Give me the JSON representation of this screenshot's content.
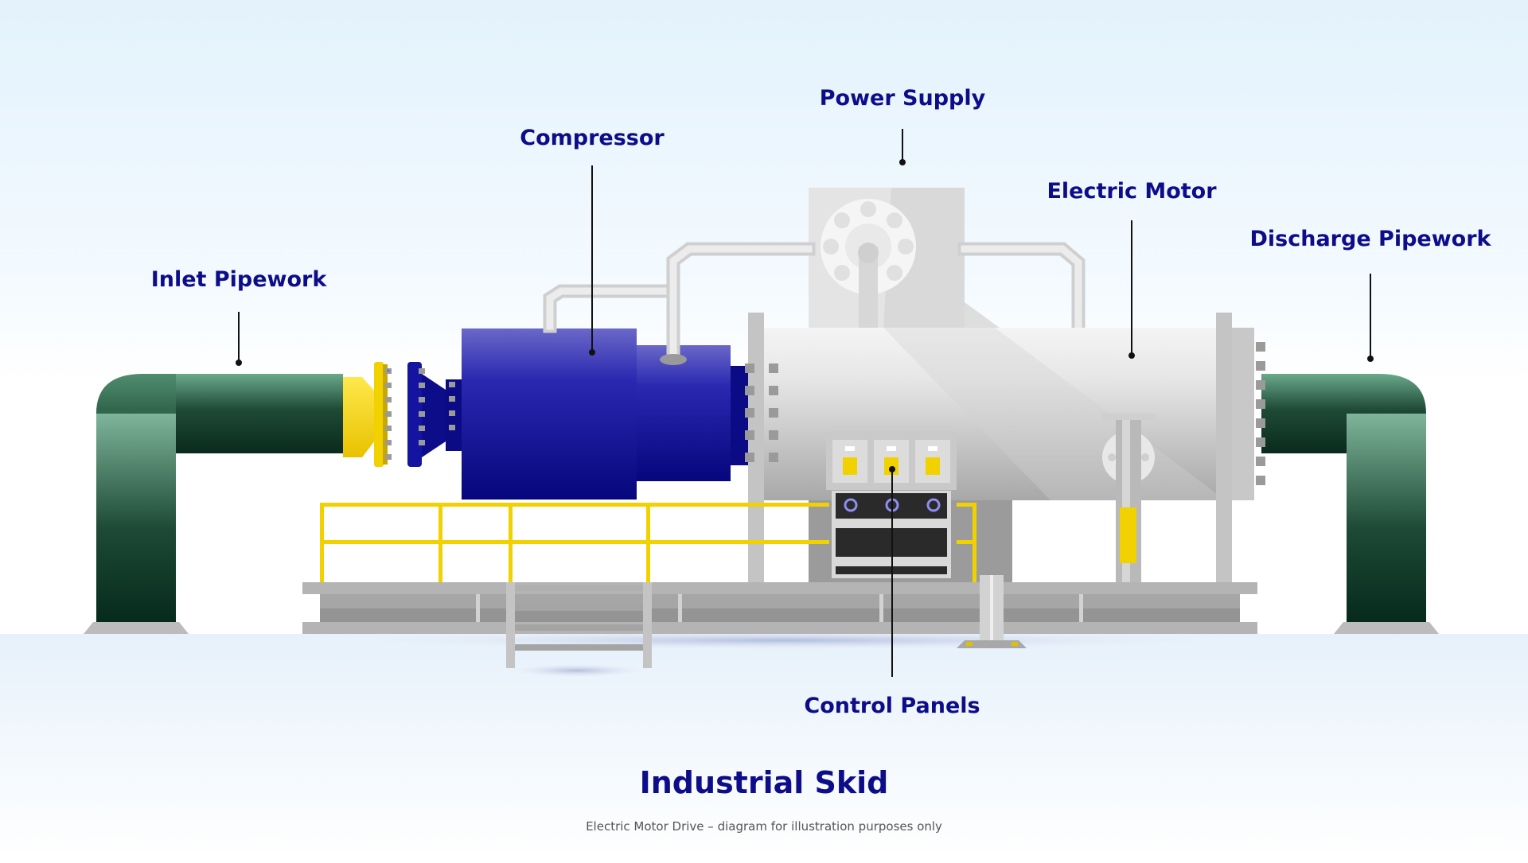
{
  "diagram": {
    "title": "Industrial Skid",
    "subtitle": "Electric Motor Drive – diagram for illustration purposes only",
    "callouts": {
      "inlet_pipework": "Inlet Pipework",
      "compressor": "Compressor",
      "power_supply": "Power Supply",
      "electric_motor": "Electric Motor",
      "discharge_pipework": "Discharge Pipework",
      "control_panels": "Control Panels"
    }
  },
  "colors": {
    "callout_text": "#0d0d8a",
    "compressor_blue": "#10108f",
    "pipe_green": "#1f4d38",
    "safety_yellow": "#ffe000",
    "motor_grey": "#d0d0d0"
  }
}
